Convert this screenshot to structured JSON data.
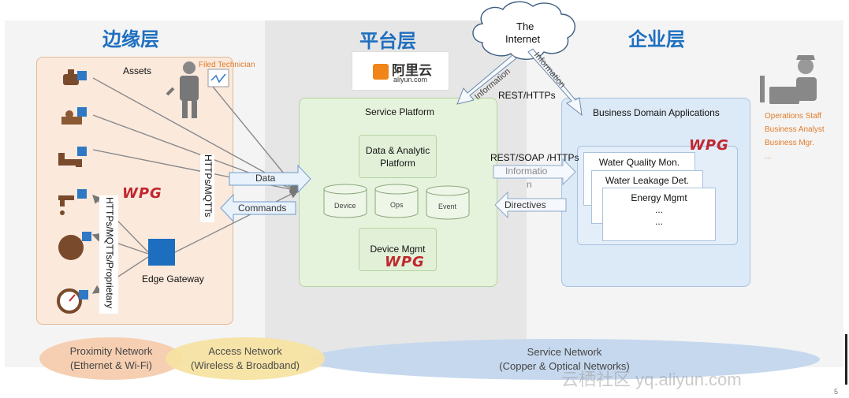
{
  "layers": {
    "edge": "边缘层",
    "platform": "平台层",
    "enterprise": "企业层"
  },
  "edge": {
    "assets_label": "Assets",
    "technician_label": "Filed Technician",
    "gateway_label": "Edge Gateway",
    "vertical_label_1": "HTTPs/MQTTs",
    "vertical_label_2": "HTTPs/MQTTs/Proprietary",
    "wpg": "WPG",
    "data_arrow": "Data",
    "commands_arrow": "Commands"
  },
  "platform": {
    "aliyun_cn": "阿里云",
    "aliyun_en": "aliyun.com",
    "service_platform": "Service Platform",
    "data_analytic": "Data & Analytic Platform",
    "cylinders": [
      "Device",
      "Ops",
      "Event"
    ],
    "device_mgmt": "Device Mgmt",
    "wpg": "WPG"
  },
  "internet": {
    "line1": "The",
    "line2": "Internet",
    "info_left": "Information",
    "info_right": "Information",
    "rest_https": "REST/HTTPs"
  },
  "middle": {
    "rest_soap": "REST/SOAP /HTTPs",
    "information_wrapped_1": "Informatio",
    "information_wrapped_2": "n",
    "directives": "Directives"
  },
  "enterprise": {
    "bda": "Business Domain Applications",
    "wpg": "WPG",
    "apps": [
      "Water Quality Mon.",
      "Water  Leakage Det.",
      "Energy Mgmt"
    ],
    "ellipsis1": "...",
    "ellipsis2": "...",
    "staff": [
      "Operations Staff",
      "Business Analyst",
      "Business Mgr.",
      "..."
    ]
  },
  "networks": {
    "proximity_1": "Proximity Network",
    "proximity_2": "(Ethernet & Wi-Fi)",
    "access_1": "Access Network",
    "access_2": "(Wireless & Broadband)",
    "service_1": "Service Network",
    "service_2": "(Copper & Optical Networks)"
  },
  "watermark": "云栖社区 yq.aliyun.com",
  "page_number": "5",
  "colors": {
    "header_blue": "#1f6fc0",
    "edge_bg": "#fbe9dc",
    "platform_green": "#e6f3dc",
    "enterprise_blue": "#dce9f7",
    "wpg_red": "#c0272d",
    "staff_orange": "#e07b2a"
  }
}
